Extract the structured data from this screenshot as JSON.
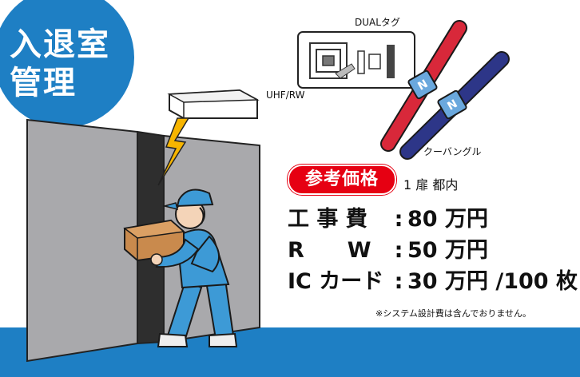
{
  "badge": {
    "line1": "入退室",
    "line2": "管理",
    "color": "#1e7fc4"
  },
  "labels": {
    "dual_tag": "DUALタグ",
    "uhf_rw": "UHF/RW",
    "cool_bangle": "クーバングル"
  },
  "price": {
    "badge_label": "参考価格",
    "badge_color": "#e60012",
    "scope": "1 扉 都内",
    "rows": [
      {
        "label": "工 事 費",
        "value": "80 万円"
      },
      {
        "label": "R　　W",
        "value": "50 万円"
      },
      {
        "label": "IC カード",
        "value": "30 万円 /100 枚"
      }
    ],
    "note": "※システム設計費は含んでおりません。"
  },
  "colors": {
    "floor": "#1e7fc4",
    "worker": "#3d9ad6",
    "door": "#a9a9ac"
  }
}
